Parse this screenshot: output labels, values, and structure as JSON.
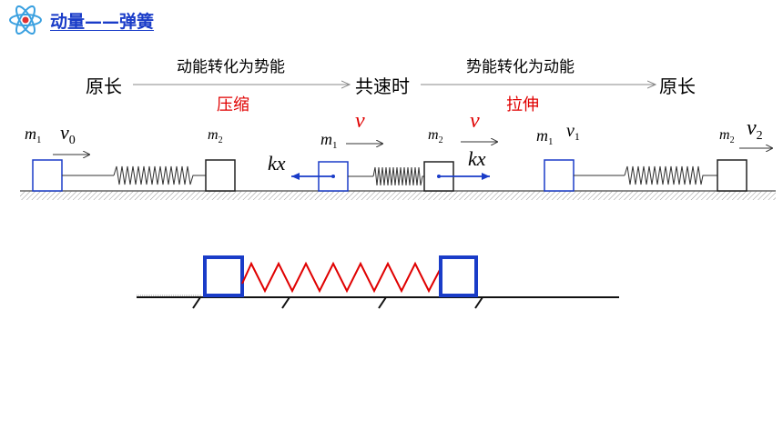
{
  "header": {
    "title": "动量——弹簧",
    "logo_icon": "atom-icon",
    "accent": "#1a3cc8"
  },
  "process": {
    "stages": [
      "原长",
      "共速时",
      "原长"
    ],
    "arrow1_top": "动能转化为势能",
    "arrow1_bottom": "压缩",
    "arrow2_top": "势能转化为动能",
    "arrow2_bottom": "拉伸",
    "red": "#e00000"
  },
  "scenes": {
    "initial": {
      "m1": "m",
      "m1_sub": "1",
      "m2": "m",
      "m2_sub": "2",
      "v": "v",
      "v_sub": "0"
    },
    "common": {
      "m1": "m",
      "m1_sub": "1",
      "m2": "m",
      "m2_sub": "2",
      "v_left": "v",
      "v_right": "v",
      "force_left": "kx",
      "force_right": "kx"
    },
    "final": {
      "m1": "m",
      "m1_sub": "1",
      "m2": "m",
      "m2_sub": "2",
      "v1": "v",
      "v1_sub": "1",
      "v2": "v",
      "v2_sub": "2"
    }
  }
}
